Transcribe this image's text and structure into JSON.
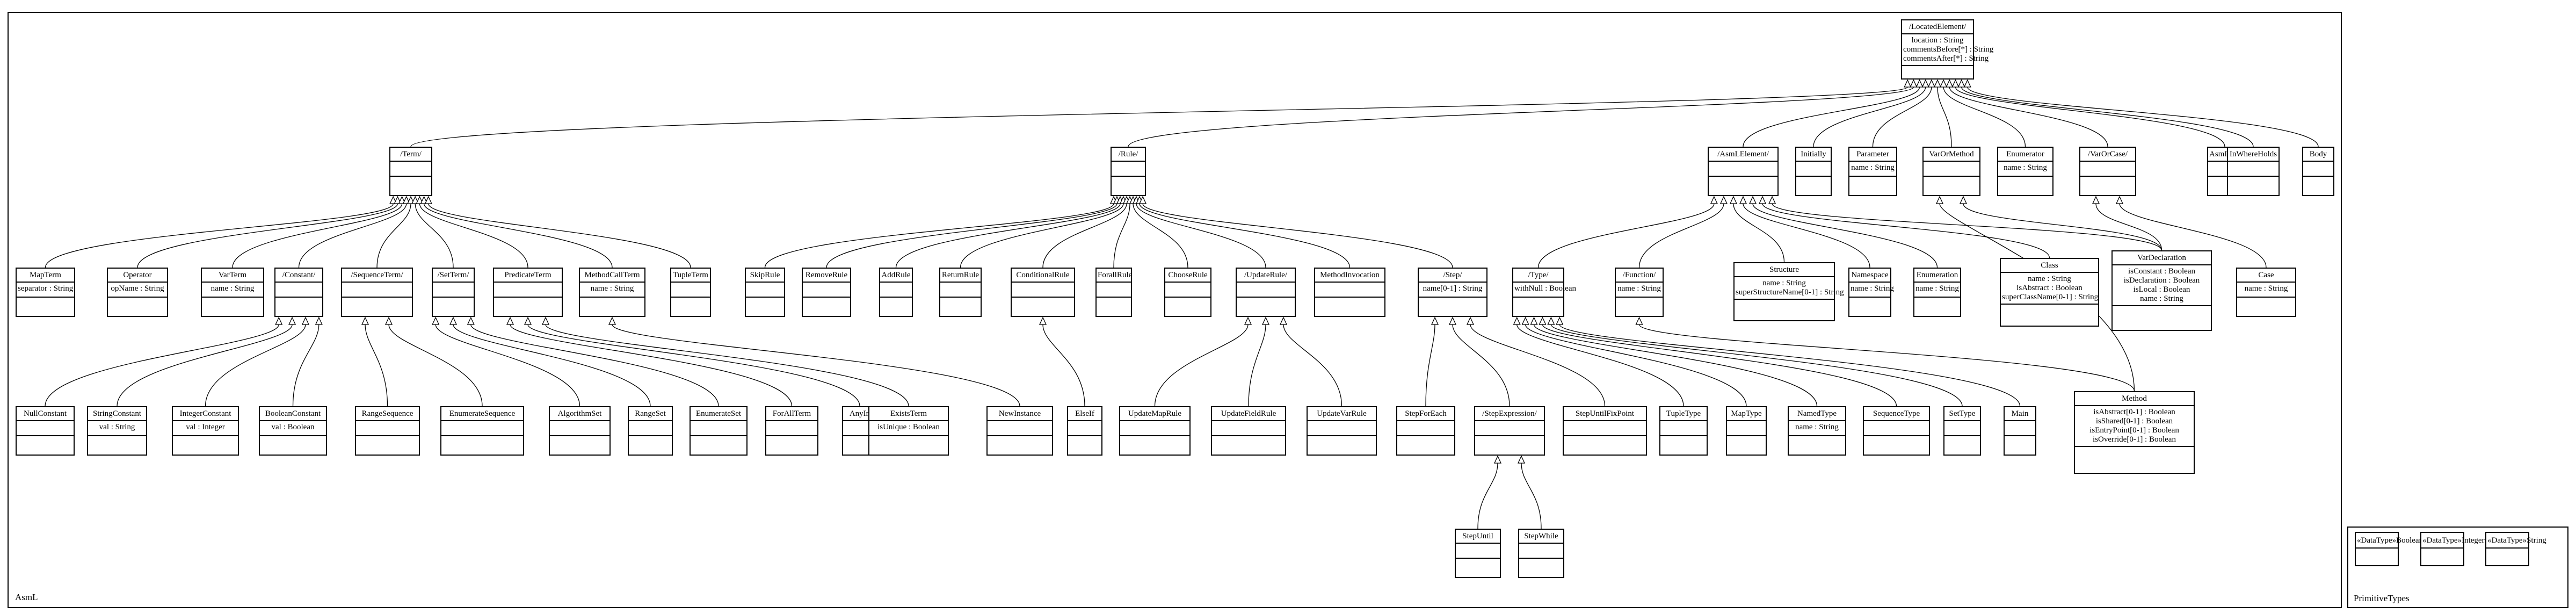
{
  "packages": {
    "asml": {
      "name": "AsmL"
    },
    "primitive": {
      "name": "PrimitiveTypes"
    }
  },
  "classes": {
    "LocatedElement": {
      "name": "/LocatedElement/",
      "attributes": [
        "location : String",
        "commentsBefore[*] : String",
        "commentsAfter[*] : String"
      ]
    },
    "Term": {
      "name": "/Term/",
      "attributes": []
    },
    "Rule": {
      "name": "/Rule/",
      "attributes": []
    },
    "AsmLElement": {
      "name": "/AsmLElement/",
      "attributes": []
    },
    "Initially": {
      "name": "Initially",
      "attributes": []
    },
    "Parameter": {
      "name": "Parameter",
      "attributes": [
        "name : String"
      ]
    },
    "VarOrMethod": {
      "name": "VarOrMethod",
      "attributes": []
    },
    "Enumerator": {
      "name": "Enumerator",
      "attributes": [
        "name : String"
      ]
    },
    "VarOrCase": {
      "name": "/VarOrCase/",
      "attributes": []
    },
    "AsmLFile": {
      "name": "AsmLFile",
      "attributes": []
    },
    "InWhereHolds": {
      "name": "InWhereHolds",
      "attributes": []
    },
    "Body": {
      "name": "Body",
      "attributes": []
    },
    "MapTerm": {
      "name": "MapTerm",
      "attributes": [
        "separator : String"
      ]
    },
    "Operator": {
      "name": "Operator",
      "attributes": [
        "opName : String"
      ]
    },
    "VarTerm": {
      "name": "VarTerm",
      "attributes": [
        "name : String"
      ]
    },
    "Constant": {
      "name": "/Constant/",
      "attributes": []
    },
    "SequenceTerm": {
      "name": "/SequenceTerm/",
      "attributes": []
    },
    "SetTerm": {
      "name": "/SetTerm/",
      "attributes": []
    },
    "PredicateTerm": {
      "name": "PredicateTerm",
      "attributes": []
    },
    "MethodCallTerm": {
      "name": "MethodCallTerm",
      "attributes": [
        "name : String"
      ]
    },
    "TupleTerm": {
      "name": "TupleTerm",
      "attributes": []
    },
    "SkipRule": {
      "name": "SkipRule",
      "attributes": []
    },
    "RemoveRule": {
      "name": "RemoveRule",
      "attributes": []
    },
    "AddRule": {
      "name": "AddRule",
      "attributes": []
    },
    "ReturnRule": {
      "name": "ReturnRule",
      "attributes": []
    },
    "ConditionalRule": {
      "name": "ConditionalRule",
      "attributes": []
    },
    "ForallRule": {
      "name": "ForallRule",
      "attributes": []
    },
    "ChooseRule": {
      "name": "ChooseRule",
      "attributes": []
    },
    "UpdateRule": {
      "name": "/UpdateRule/",
      "attributes": []
    },
    "MethodInvocation": {
      "name": "MethodInvocation",
      "attributes": []
    },
    "Step": {
      "name": "/Step/",
      "attributes": [
        "name[0-1] : String"
      ]
    },
    "Type": {
      "name": "/Type/",
      "attributes": [
        "withNull : Boolean"
      ]
    },
    "Function": {
      "name": "/Function/",
      "attributes": [
        "name : String"
      ]
    },
    "Structure": {
      "name": "Structure",
      "attributes": [
        "name : String",
        "superStructureName[0-1] : String"
      ]
    },
    "Namespace": {
      "name": "Namespace",
      "attributes": [
        "name : String"
      ]
    },
    "Enumeration": {
      "name": "Enumeration",
      "attributes": [
        "name : String"
      ]
    },
    "Class": {
      "name": "Class",
      "attributes": [
        "name : String",
        "isAbstract : Boolean",
        "superClassName[0-1] : String"
      ]
    },
    "VarDeclaration": {
      "name": "VarDeclaration",
      "attributes": [
        "isConstant : Boolean",
        "isDeclaration : Boolean",
        "isLocal : Boolean",
        "name : String"
      ]
    },
    "Case": {
      "name": "Case",
      "attributes": [
        "name : String"
      ]
    },
    "NullConstant": {
      "name": "NullConstant",
      "attributes": []
    },
    "StringConstant": {
      "name": "StringConstant",
      "attributes": [
        "val : String"
      ]
    },
    "IntegerConstant": {
      "name": "IntegerConstant",
      "attributes": [
        "val : Integer"
      ]
    },
    "BooleanConstant": {
      "name": "BooleanConstant",
      "attributes": [
        "val : Boolean"
      ]
    },
    "RangeSequence": {
      "name": "RangeSequence",
      "attributes": []
    },
    "EnumerateSequence": {
      "name": "EnumerateSequence",
      "attributes": []
    },
    "AlgorithmSet": {
      "name": "AlgorithmSet",
      "attributes": []
    },
    "RangeSet": {
      "name": "RangeSet",
      "attributes": []
    },
    "EnumerateSet": {
      "name": "EnumerateSet",
      "attributes": []
    },
    "ForAllTerm": {
      "name": "ForAllTerm",
      "attributes": []
    },
    "AnyIn": {
      "name": "AnyIn",
      "attributes": []
    },
    "ExistsTerm": {
      "name": "ExistsTerm",
      "attributes": [
        "isUnique : Boolean"
      ]
    },
    "NewInstance": {
      "name": "NewInstance",
      "attributes": []
    },
    "ElseIf": {
      "name": "ElseIf",
      "attributes": []
    },
    "UpdateMapRule": {
      "name": "UpdateMapRule",
      "attributes": []
    },
    "UpdateFieldRule": {
      "name": "UpdateFieldRule",
      "attributes": []
    },
    "UpdateVarRule": {
      "name": "UpdateVarRule",
      "attributes": []
    },
    "StepForEach": {
      "name": "StepForEach",
      "attributes": []
    },
    "StepExpression": {
      "name": "/StepExpression/",
      "attributes": []
    },
    "StepUntilFixPoint": {
      "name": "StepUntilFixPoint",
      "attributes": []
    },
    "TupleType": {
      "name": "TupleType",
      "attributes": []
    },
    "MapType": {
      "name": "MapType",
      "attributes": []
    },
    "NamedType": {
      "name": "NamedType",
      "attributes": [
        "name : String"
      ]
    },
    "SequenceType": {
      "name": "SequenceType",
      "attributes": []
    },
    "SetType": {
      "name": "SetType",
      "attributes": []
    },
    "Main": {
      "name": "Main",
      "attributes": []
    },
    "Method": {
      "name": "Method",
      "attributes": [
        "isAbstract[0-1] : Boolean",
        "isShared[0-1] : Boolean",
        "isEntryPoint[0-1] : Boolean",
        "isOverride[0-1] : Boolean"
      ]
    },
    "StepUntil": {
      "name": "StepUntil",
      "attributes": []
    },
    "StepWhile": {
      "name": "StepWhile",
      "attributes": []
    }
  },
  "datatypes": [
    {
      "stereotype": "«DataType»",
      "name": "Boolean"
    },
    {
      "stereotype": "«DataType»",
      "name": "Integer"
    },
    {
      "stereotype": "«DataType»",
      "name": "String"
    }
  ]
}
